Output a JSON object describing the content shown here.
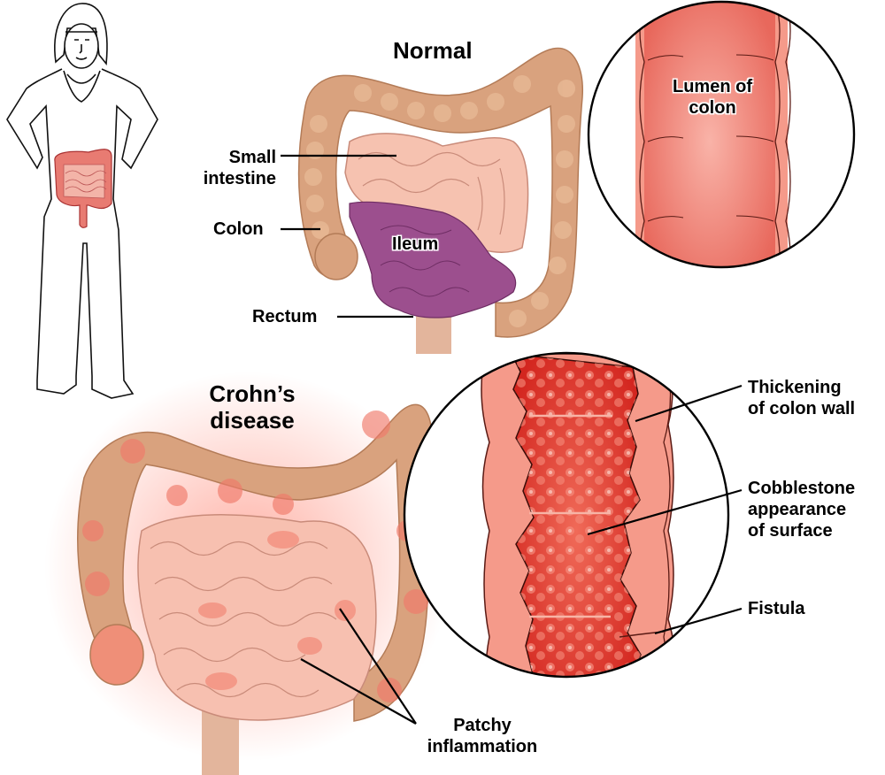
{
  "figure": {
    "figure_person": {
      "description": "outline of person with highlighted intestines"
    },
    "normal": {
      "title": "Normal",
      "labels": {
        "small_intestine": [
          "Small",
          "intestine"
        ],
        "colon": "Colon",
        "ileum": "Ileum",
        "rectum": "Rectum"
      },
      "inset": {
        "label": [
          "Lumen of",
          "colon"
        ]
      }
    },
    "crohns": {
      "title": [
        "Crohn’s",
        "disease"
      ],
      "labels": {
        "patchy_inflammation": [
          "Patchy",
          "inflammation"
        ]
      },
      "inset": {
        "thickening": [
          "Thickening",
          "of colon wall"
        ],
        "cobblestone": [
          "Cobblestone",
          "appearance",
          "of surface"
        ],
        "fistula": "Fistula"
      }
    },
    "colors": {
      "colon": "#d9a27e",
      "colon_shadow": "#b9805e",
      "small_intestine": "#f6c2b0",
      "ileum": "#9c4f8e",
      "lumen": "#ee7a6e",
      "lumen_light": "#f7a597",
      "inflamed": "#e23a2e",
      "inflamed_light": "#f26c5a",
      "wall": "#f59a8a",
      "leader": "#000000"
    }
  }
}
